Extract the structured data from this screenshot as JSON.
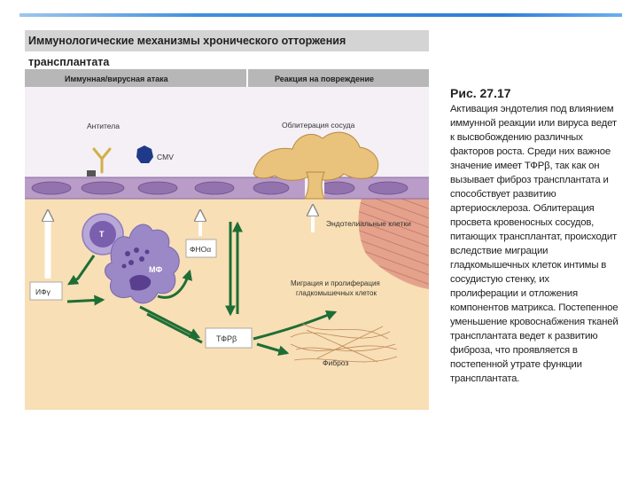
{
  "title": "Иммунологические механизмы хронического отторжения трансплантата",
  "figure": {
    "panel_left": "Иммунная/вирусная атака",
    "panel_right": "Реакция на повреждение",
    "labels": {
      "antibodies": "Антитела",
      "cmv": "CMV",
      "vessel_obliteration": "Облитерация сосуда",
      "endothelial_cells": "Эндотелиальные клетки",
      "t_cell": "T",
      "macrophage": "МФ",
      "tnf": "ФНОα",
      "ifn": "ИФγ",
      "migration_line1": "Миграция и пролиферация",
      "migration_line2": "гладкомышечных клеток",
      "tgf": "ТФРβ",
      "fibrosis": "Фиброз"
    }
  },
  "caption": {
    "number": "Рис. 27.17",
    "text": "Активация эндотелия под влиянием иммунной реакции или вируса ведет к высвобождению различных факторов роста. Среди них важное значение имеет ТФРβ, так как он вызывает фиброз трансплантата и способствует развитию артериосклероза. Облитерация просвета кровеносных сосудов, питающих трансплантат, происходит вследствие миграции гладкомышечных клеток интимы в сосудистую стенку, их пролиферации и отложения компонентов матрикса. Постепенное уменьшение кровоснабжения тканей трансплантата ведет к развитию фиброза, что проявляется в постепенной утрате функции трансплантата."
  },
  "colors": {
    "accent_line": "#2f7ed8",
    "title_bar": "#d4d4d4",
    "panel_header": "#b7b7b7",
    "lumen": "#f4f0f6",
    "endothelium": "#b99cc7",
    "tissue": "#f8dfb5",
    "muscle": "#e4a28d",
    "arrow_green": "#1e6e35",
    "cell_purple": "#9a88c7",
    "nucleus": "#5b3f8f",
    "cmv_blue": "#1f3a8a"
  }
}
